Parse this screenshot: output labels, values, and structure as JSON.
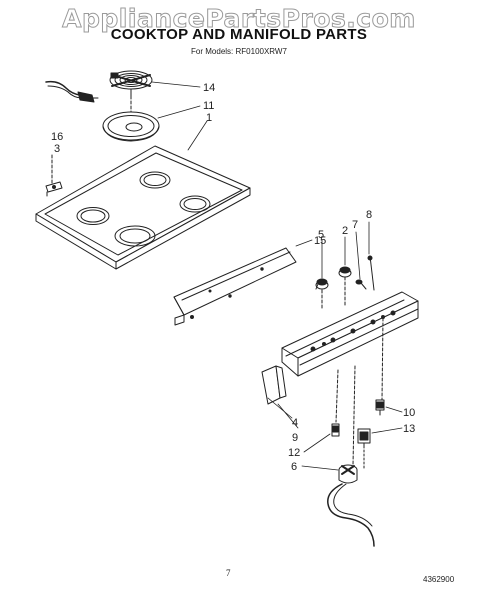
{
  "watermark": "AppliancePartsPros.com",
  "title": "COOKTOP AND MANIFOLD PARTS",
  "models": "For Models: RF0100XRW7",
  "callouts": {
    "c14": "14",
    "c11": "11",
    "c1": "1",
    "c16": "16",
    "c3": "3",
    "c15": "15",
    "c2": "2",
    "c7": "7",
    "c8": "8",
    "c5": "5",
    "c4": "4",
    "c9": "9",
    "c12": "12",
    "c6": "6",
    "c10": "10",
    "c13": "13"
  },
  "page_number": "7",
  "document_number": "4362900"
}
